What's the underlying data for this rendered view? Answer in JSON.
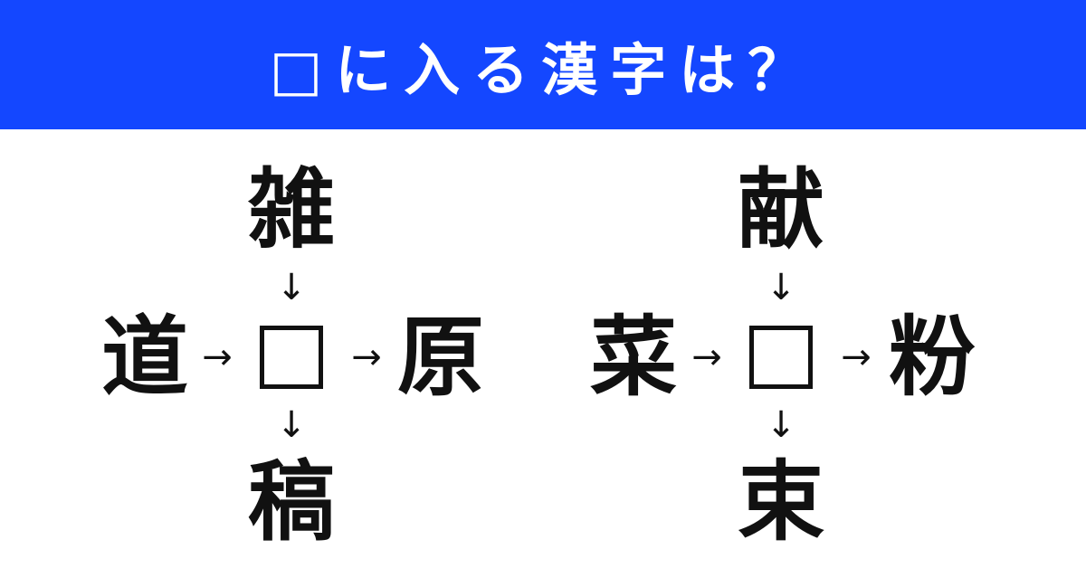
{
  "header": {
    "title": "□に入る漢字は？",
    "color": "#1447ff"
  },
  "puzzles": [
    {
      "top": "雑",
      "left": "道",
      "right": "原",
      "bottom": "稿"
    },
    {
      "top": "献",
      "left": "菜",
      "right": "粉",
      "bottom": "束"
    }
  ],
  "arrows": {
    "down": "↓",
    "right": "→"
  }
}
